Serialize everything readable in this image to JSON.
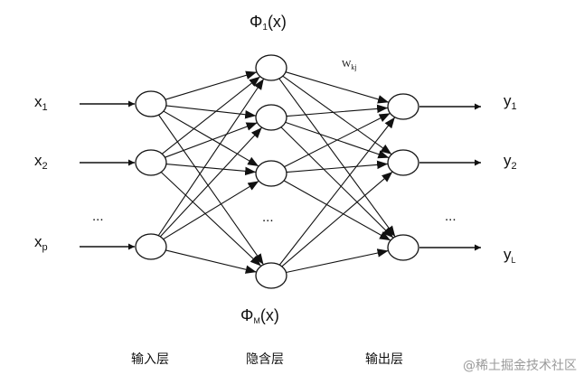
{
  "inputs": [
    {
      "base": "x",
      "sub": "1"
    },
    {
      "base": "x",
      "sub": "2"
    },
    {
      "base": "x",
      "sub": "p"
    }
  ],
  "outputs": [
    {
      "base": "y",
      "sub": "1"
    },
    {
      "base": "y",
      "sub": "2"
    },
    {
      "base": "y",
      "sub": "L"
    }
  ],
  "ellipsis": "...",
  "hidden_top_label": {
    "base": "Φ",
    "sub": "1",
    "tail": "(x)"
  },
  "hidden_bottom_label": {
    "base": "Φ",
    "sub": "M",
    "tail": "(x)"
  },
  "weight_label": {
    "base": "W",
    "sub": "kj"
  },
  "layer_names": {
    "input": "输入层",
    "hidden": "隐含层",
    "output": "输出层"
  },
  "watermark": "@稀土掘金技术社区"
}
